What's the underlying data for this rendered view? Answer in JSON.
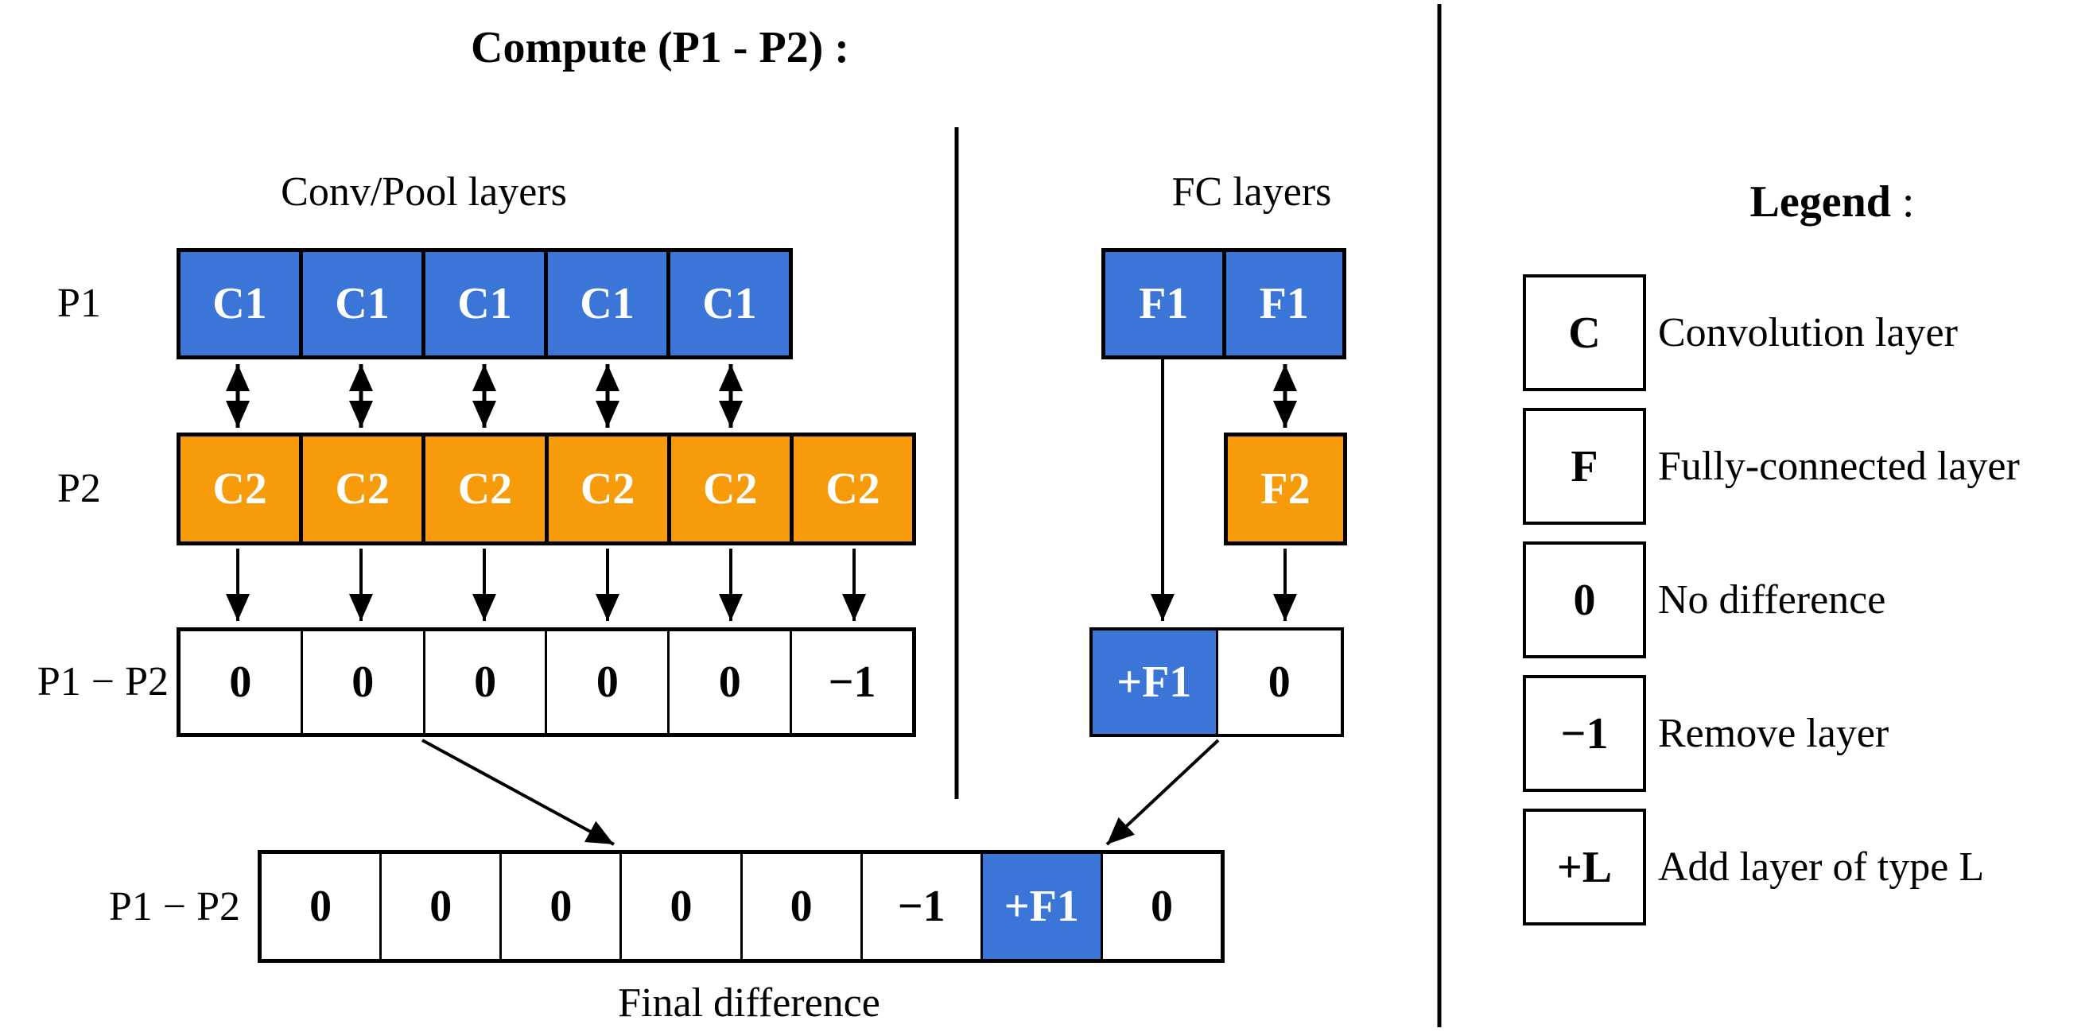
{
  "title": "Compute (P1 - P2) :",
  "colors": {
    "blue": "#3B75D8",
    "orange": "#F89B0A",
    "line": "#000000",
    "cell_bg": "#FFFFFF"
  },
  "conv": {
    "header": "Conv/Pool layers",
    "p1_label": "P1",
    "p2_label": "P2",
    "diff_label": "P1 − P2",
    "p1_cells": [
      "C1",
      "C1",
      "C1",
      "C1",
      "C1"
    ],
    "p2_cells": [
      "C2",
      "C2",
      "C2",
      "C2",
      "C2",
      "C2"
    ],
    "diff_cells": [
      "0",
      "0",
      "0",
      "0",
      "0",
      "−1"
    ]
  },
  "fc": {
    "header": "FC layers",
    "p1_cells": [
      "F1",
      "F1"
    ],
    "p2_cells": [
      "F2"
    ],
    "diff_cells": [
      "+F1",
      "0"
    ]
  },
  "final": {
    "label": "P1 − P2",
    "cells": [
      "0",
      "0",
      "0",
      "0",
      "0",
      "−1",
      "+F1",
      "0"
    ],
    "caption": "Final difference"
  },
  "legend": {
    "header_bold": "Legend",
    "header_suffix": " :",
    "items": [
      {
        "symbol": "C",
        "description": "Convolution layer"
      },
      {
        "symbol": "F",
        "description": "Fully-connected layer"
      },
      {
        "symbol": "0",
        "description": "No difference"
      },
      {
        "symbol": "−1",
        "description": "Remove layer"
      },
      {
        "symbol": "+L",
        "description": "Add layer of type L"
      }
    ]
  }
}
